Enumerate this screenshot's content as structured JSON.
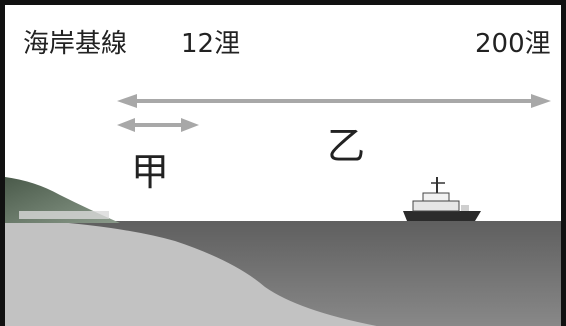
{
  "labels": {
    "baseline": "海岸基線",
    "territorial": "12浬",
    "eez": "200浬",
    "zone_a": "甲",
    "zone_b": "乙"
  },
  "colors": {
    "sky": "#ffffff",
    "sea_surface": "#6f6f6f",
    "seabed": "#bdbdbd",
    "arrow": "#9a9a9a",
    "frame": "#111111"
  },
  "icons": {
    "ship": "ship-icon",
    "coast": "coastline-hill"
  }
}
